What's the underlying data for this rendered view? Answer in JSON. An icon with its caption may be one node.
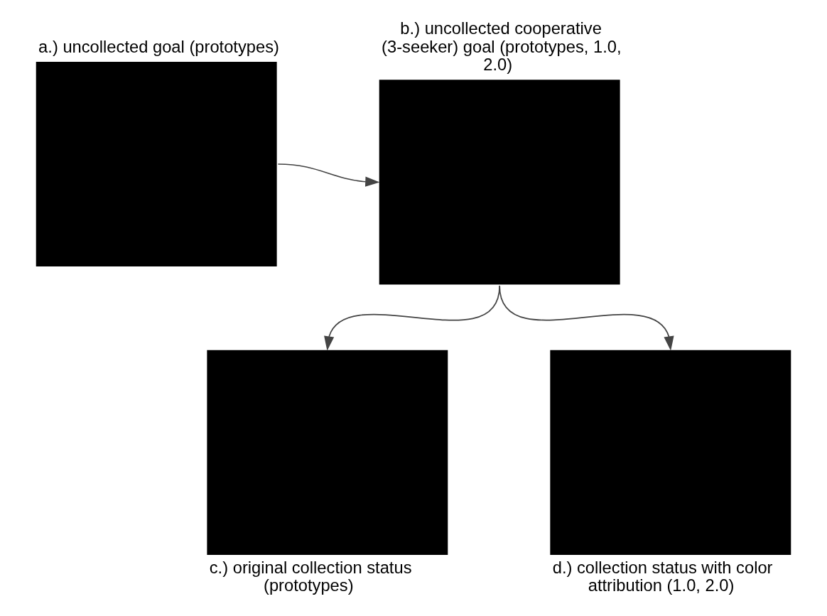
{
  "diagram": {
    "nodes": [
      {
        "text": [
          "a.) uncollected goal (prototypes)"
        ]
      },
      {
        "text": [
          "b.) uncollected cooperative (3-seeker) goal (prototypes, 1.0, 2.0)"
        ]
      },
      {
        "text": [
          "c.) original collection status (prototypes)"
        ]
      },
      {
        "text": [
          "d.) collection status with color attribution (1.0, 2.0)"
        ]
      }
    ],
    "edges": [
      {
        "from": 0,
        "to": 1,
        "arrow": "to"
      },
      {
        "from": 1,
        "to": 2,
        "arrow": "to"
      },
      {
        "from": 1,
        "to": 3,
        "arrow": "to"
      }
    ]
  }
}
